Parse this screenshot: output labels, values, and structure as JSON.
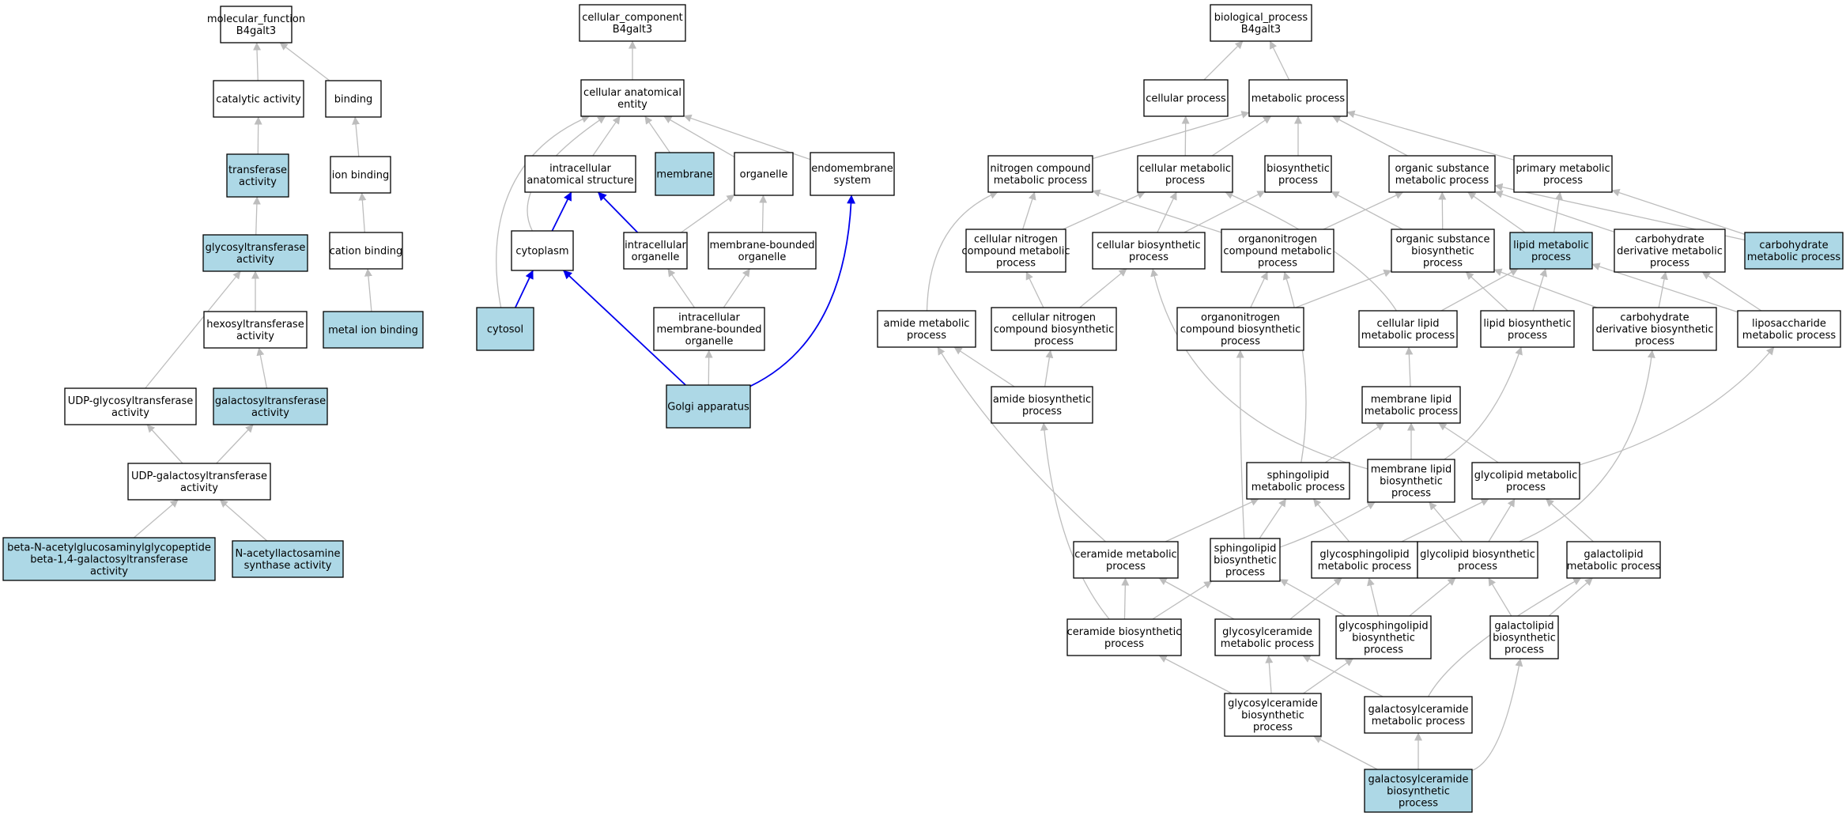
{
  "colors": {
    "highlight_fill": "#add8e6",
    "plain_fill": "#ffffff",
    "edge_gray": "#bdbdbd",
    "edge_blue": "#0000ee"
  },
  "nodes": [
    {
      "id": "mf",
      "lines": [
        "molecular_function",
        "B4galt3"
      ],
      "hl": false
    },
    {
      "id": "catalytic",
      "lines": [
        "catalytic activity"
      ],
      "hl": false
    },
    {
      "id": "binding",
      "lines": [
        "binding"
      ],
      "hl": false
    },
    {
      "id": "transferase",
      "lines": [
        "transferase",
        "activity"
      ],
      "hl": true
    },
    {
      "id": "ionbinding",
      "lines": [
        "ion binding"
      ],
      "hl": false
    },
    {
      "id": "glycosyltransferase",
      "lines": [
        "glycosyltransferase",
        "activity"
      ],
      "hl": true
    },
    {
      "id": "cationbinding",
      "lines": [
        "cation binding"
      ],
      "hl": false
    },
    {
      "id": "hexosyl",
      "lines": [
        "hexosyltransferase",
        "activity"
      ],
      "hl": false
    },
    {
      "id": "metalion",
      "lines": [
        "metal ion binding"
      ],
      "hl": true
    },
    {
      "id": "udpglyco",
      "lines": [
        "UDP-glycosyltransferase",
        "activity"
      ],
      "hl": false
    },
    {
      "id": "galactosyltransf",
      "lines": [
        "galactosyltransferase",
        "activity"
      ],
      "hl": true
    },
    {
      "id": "udpgal",
      "lines": [
        "UDP-galactosyltransferase",
        "activity"
      ],
      "hl": false
    },
    {
      "id": "betaN",
      "lines": [
        "beta-N-acetylglucosaminylglycopeptide",
        "beta-1,4-galactosyltransferase",
        "activity"
      ],
      "hl": true
    },
    {
      "id": "nacetyl",
      "lines": [
        "N-acetyllactosamine",
        "synthase activity"
      ],
      "hl": true
    },
    {
      "id": "cc",
      "lines": [
        "cellular_component",
        "B4galt3"
      ],
      "hl": false
    },
    {
      "id": "cae",
      "lines": [
        "cellular anatomical",
        "entity"
      ],
      "hl": false
    },
    {
      "id": "ias",
      "lines": [
        "intracellular",
        "anatomical structure"
      ],
      "hl": false
    },
    {
      "id": "membrane",
      "lines": [
        "membrane"
      ],
      "hl": true
    },
    {
      "id": "organelle",
      "lines": [
        "organelle"
      ],
      "hl": false
    },
    {
      "id": "endomembrane",
      "lines": [
        "endomembrane",
        "system"
      ],
      "hl": false
    },
    {
      "id": "cytoplasm",
      "lines": [
        "cytoplasm"
      ],
      "hl": false
    },
    {
      "id": "intraorg",
      "lines": [
        "intracellular",
        "organelle"
      ],
      "hl": false
    },
    {
      "id": "membbound",
      "lines": [
        "membrane-bounded",
        "organelle"
      ],
      "hl": false
    },
    {
      "id": "cytosol",
      "lines": [
        "cytosol"
      ],
      "hl": true
    },
    {
      "id": "intramemb",
      "lines": [
        "intracellular",
        "membrane-bounded",
        "organelle"
      ],
      "hl": false
    },
    {
      "id": "golgi",
      "lines": [
        "Golgi apparatus"
      ],
      "hl": true
    },
    {
      "id": "bp",
      "lines": [
        "biological_process",
        "B4galt3"
      ],
      "hl": false
    },
    {
      "id": "cellproc",
      "lines": [
        "cellular process"
      ],
      "hl": false
    },
    {
      "id": "metproc",
      "lines": [
        "metabolic process"
      ],
      "hl": false
    },
    {
      "id": "ncmp",
      "lines": [
        "nitrogen compound",
        "metabolic process"
      ],
      "hl": false
    },
    {
      "id": "cmp",
      "lines": [
        "cellular metabolic",
        "process"
      ],
      "hl": false
    },
    {
      "id": "biosyn",
      "lines": [
        "biosynthetic",
        "process"
      ],
      "hl": false
    },
    {
      "id": "osmp",
      "lines": [
        "organic substance",
        "metabolic process"
      ],
      "hl": false
    },
    {
      "id": "pmp",
      "lines": [
        "primary metabolic",
        "process"
      ],
      "hl": false
    },
    {
      "id": "cncmp",
      "lines": [
        "cellular nitrogen",
        "compound metabolic",
        "process"
      ],
      "hl": false
    },
    {
      "id": "cbp",
      "lines": [
        "cellular biosynthetic",
        "process"
      ],
      "hl": false
    },
    {
      "id": "oncmp",
      "lines": [
        "organonitrogen",
        "compound metabolic",
        "process"
      ],
      "hl": false
    },
    {
      "id": "osbp",
      "lines": [
        "organic substance",
        "biosynthetic",
        "process"
      ],
      "hl": false
    },
    {
      "id": "lipmet",
      "lines": [
        "lipid metabolic",
        "process"
      ],
      "hl": true
    },
    {
      "id": "cdmp",
      "lines": [
        "carbohydrate",
        "derivative metabolic",
        "process"
      ],
      "hl": false
    },
    {
      "id": "carbmet",
      "lines": [
        "carbohydrate",
        "metabolic process"
      ],
      "hl": true
    },
    {
      "id": "amidemet",
      "lines": [
        "amide metabolic",
        "process"
      ],
      "hl": false
    },
    {
      "id": "cncbp",
      "lines": [
        "cellular nitrogen",
        "compound biosynthetic",
        "process"
      ],
      "hl": false
    },
    {
      "id": "oncbp",
      "lines": [
        "organonitrogen",
        "compound biosynthetic",
        "process"
      ],
      "hl": false
    },
    {
      "id": "clmp",
      "lines": [
        "cellular lipid",
        "metabolic process"
      ],
      "hl": false
    },
    {
      "id": "lipbio",
      "lines": [
        "lipid biosynthetic",
        "process"
      ],
      "hl": false
    },
    {
      "id": "cdbp",
      "lines": [
        "carbohydrate",
        "derivative biosynthetic",
        "process"
      ],
      "hl": false
    },
    {
      "id": "lpsmp",
      "lines": [
        "liposaccharide",
        "metabolic process"
      ],
      "hl": false
    },
    {
      "id": "amidebio",
      "lines": [
        "amide biosynthetic",
        "process"
      ],
      "hl": false
    },
    {
      "id": "mlmp",
      "lines": [
        "membrane lipid",
        "metabolic process"
      ],
      "hl": false
    },
    {
      "id": "sphmp",
      "lines": [
        "sphingolipid",
        "metabolic process"
      ],
      "hl": false
    },
    {
      "id": "mlbp",
      "lines": [
        "membrane lipid",
        "biosynthetic",
        "process"
      ],
      "hl": false
    },
    {
      "id": "glmp",
      "lines": [
        "glycolipid metabolic",
        "process"
      ],
      "hl": false
    },
    {
      "id": "cermp",
      "lines": [
        "ceramide metabolic",
        "process"
      ],
      "hl": false
    },
    {
      "id": "sphbp",
      "lines": [
        "sphingolipid",
        "biosynthetic",
        "process"
      ],
      "hl": false
    },
    {
      "id": "gsphmp",
      "lines": [
        "glycosphingolipid",
        "metabolic process"
      ],
      "hl": false
    },
    {
      "id": "glbp",
      "lines": [
        "glycolipid biosynthetic",
        "process"
      ],
      "hl": false
    },
    {
      "id": "galmp",
      "lines": [
        "galactolipid",
        "metabolic process"
      ],
      "hl": false
    },
    {
      "id": "cerbp",
      "lines": [
        "ceramide biosynthetic",
        "process"
      ],
      "hl": false
    },
    {
      "id": "gcermp",
      "lines": [
        "glycosylceramide",
        "metabolic process"
      ],
      "hl": false
    },
    {
      "id": "gsphbp",
      "lines": [
        "glycosphingolipid",
        "biosynthetic",
        "process"
      ],
      "hl": false
    },
    {
      "id": "galbp",
      "lines": [
        "galactolipid",
        "biosynthetic",
        "process"
      ],
      "hl": false
    },
    {
      "id": "gcerbp",
      "lines": [
        "glycosylceramide",
        "biosynthetic",
        "process"
      ],
      "hl": false
    },
    {
      "id": "galcermp",
      "lines": [
        "galactosylceramide",
        "metabolic process"
      ],
      "hl": false
    },
    {
      "id": "galcerbp",
      "lines": [
        "galactosylceramide",
        "biosynthetic",
        "process"
      ],
      "hl": true
    }
  ],
  "edges": [
    {
      "from": "catalytic",
      "to": "mf",
      "type": "is_a"
    },
    {
      "from": "binding",
      "to": "mf",
      "type": "is_a"
    },
    {
      "from": "transferase",
      "to": "catalytic",
      "type": "is_a"
    },
    {
      "from": "ionbinding",
      "to": "binding",
      "type": "is_a"
    },
    {
      "from": "glycosyltransferase",
      "to": "transferase",
      "type": "is_a"
    },
    {
      "from": "cationbinding",
      "to": "ionbinding",
      "type": "is_a"
    },
    {
      "from": "hexosyl",
      "to": "glycosyltransferase",
      "type": "is_a"
    },
    {
      "from": "udpglyco",
      "to": "glycosyltransferase",
      "type": "is_a"
    },
    {
      "from": "metalion",
      "to": "cationbinding",
      "type": "is_a"
    },
    {
      "from": "galactosyltransf",
      "to": "hexosyl",
      "type": "is_a"
    },
    {
      "from": "udpgal",
      "to": "udpglyco",
      "type": "is_a"
    },
    {
      "from": "udpgal",
      "to": "galactosyltransf",
      "type": "is_a"
    },
    {
      "from": "betaN",
      "to": "udpgal",
      "type": "is_a"
    },
    {
      "from": "nacetyl",
      "to": "udpgal",
      "type": "is_a"
    },
    {
      "from": "cae",
      "to": "cc",
      "type": "is_a"
    },
    {
      "from": "ias",
      "to": "cae",
      "type": "is_a"
    },
    {
      "from": "membrane",
      "to": "cae",
      "type": "is_a"
    },
    {
      "from": "organelle",
      "to": "cae",
      "type": "is_a"
    },
    {
      "from": "endomembrane",
      "to": "cae",
      "type": "is_a"
    },
    {
      "from": "cytoplasm",
      "to": "cae",
      "type": "is_a"
    },
    {
      "from": "cytosol",
      "to": "cae",
      "type": "is_a"
    },
    {
      "from": "intraorg",
      "to": "organelle",
      "type": "is_a"
    },
    {
      "from": "membbound",
      "to": "organelle",
      "type": "is_a"
    },
    {
      "from": "intramemb",
      "to": "intraorg",
      "type": "is_a"
    },
    {
      "from": "intramemb",
      "to": "membbound",
      "type": "is_a"
    },
    {
      "from": "golgi",
      "to": "intramemb",
      "type": "is_a"
    },
    {
      "from": "cytoplasm",
      "to": "ias",
      "type": "part_of"
    },
    {
      "from": "intraorg",
      "to": "ias",
      "type": "part_of"
    },
    {
      "from": "cytosol",
      "to": "cytoplasm",
      "type": "part_of"
    },
    {
      "from": "golgi",
      "to": "cytoplasm",
      "type": "part_of"
    },
    {
      "from": "golgi",
      "to": "endomembrane",
      "type": "part_of"
    },
    {
      "from": "cellproc",
      "to": "bp",
      "type": "is_a"
    },
    {
      "from": "metproc",
      "to": "bp",
      "type": "is_a"
    },
    {
      "from": "ncmp",
      "to": "metproc",
      "type": "is_a"
    },
    {
      "from": "cmp",
      "to": "metproc",
      "type": "is_a"
    },
    {
      "from": "cmp",
      "to": "cellproc",
      "type": "is_a"
    },
    {
      "from": "biosyn",
      "to": "metproc",
      "type": "is_a"
    },
    {
      "from": "osmp",
      "to": "metproc",
      "type": "is_a"
    },
    {
      "from": "pmp",
      "to": "metproc",
      "type": "is_a"
    },
    {
      "from": "cncmp",
      "to": "ncmp",
      "type": "is_a"
    },
    {
      "from": "cncmp",
      "to": "cmp",
      "type": "is_a"
    },
    {
      "from": "cbp",
      "to": "cmp",
      "type": "is_a"
    },
    {
      "from": "cbp",
      "to": "biosyn",
      "type": "is_a"
    },
    {
      "from": "oncmp",
      "to": "ncmp",
      "type": "is_a"
    },
    {
      "from": "oncmp",
      "to": "osmp",
      "type": "is_a"
    },
    {
      "from": "osbp",
      "to": "biosyn",
      "type": "is_a"
    },
    {
      "from": "osbp",
      "to": "osmp",
      "type": "is_a"
    },
    {
      "from": "lipmet",
      "to": "osmp",
      "type": "is_a"
    },
    {
      "from": "lipmet",
      "to": "pmp",
      "type": "is_a"
    },
    {
      "from": "cdmp",
      "to": "osmp",
      "type": "is_a"
    },
    {
      "from": "carbmet",
      "to": "osmp",
      "type": "is_a"
    },
    {
      "from": "carbmet",
      "to": "pmp",
      "type": "is_a"
    },
    {
      "from": "amidemet",
      "to": "ncmp",
      "type": "is_a"
    },
    {
      "from": "cncbp",
      "to": "cncmp",
      "type": "is_a"
    },
    {
      "from": "cncbp",
      "to": "cbp",
      "type": "is_a"
    },
    {
      "from": "oncbp",
      "to": "oncmp",
      "type": "is_a"
    },
    {
      "from": "oncbp",
      "to": "osbp",
      "type": "is_a"
    },
    {
      "from": "clmp",
      "to": "cmp",
      "type": "is_a"
    },
    {
      "from": "clmp",
      "to": "lipmet",
      "type": "is_a"
    },
    {
      "from": "lipbio",
      "to": "osbp",
      "type": "is_a"
    },
    {
      "from": "lipbio",
      "to": "lipmet",
      "type": "is_a"
    },
    {
      "from": "cdbp",
      "to": "cdmp",
      "type": "is_a"
    },
    {
      "from": "cdbp",
      "to": "osbp",
      "type": "is_a"
    },
    {
      "from": "lpsmp",
      "to": "cdmp",
      "type": "is_a"
    },
    {
      "from": "lpsmp",
      "to": "lipmet",
      "type": "is_a"
    },
    {
      "from": "amidebio",
      "to": "amidemet",
      "type": "is_a"
    },
    {
      "from": "amidebio",
      "to": "cncbp",
      "type": "is_a"
    },
    {
      "from": "mlmp",
      "to": "clmp",
      "type": "is_a"
    },
    {
      "from": "sphmp",
      "to": "mlmp",
      "type": "is_a"
    },
    {
      "from": "sphmp",
      "to": "oncmp",
      "type": "is_a"
    },
    {
      "from": "mlbp",
      "to": "mlmp",
      "type": "is_a"
    },
    {
      "from": "mlbp",
      "to": "lipbio",
      "type": "is_a"
    },
    {
      "from": "mlbp",
      "to": "cbp",
      "type": "is_a"
    },
    {
      "from": "glmp",
      "to": "mlmp",
      "type": "is_a"
    },
    {
      "from": "glmp",
      "to": "lpsmp",
      "type": "is_a"
    },
    {
      "from": "cermp",
      "to": "sphmp",
      "type": "is_a"
    },
    {
      "from": "cermp",
      "to": "amidemet",
      "type": "is_a"
    },
    {
      "from": "sphbp",
      "to": "sphmp",
      "type": "is_a"
    },
    {
      "from": "sphbp",
      "to": "mlbp",
      "type": "is_a"
    },
    {
      "from": "sphbp",
      "to": "oncbp",
      "type": "is_a"
    },
    {
      "from": "gsphmp",
      "to": "sphmp",
      "type": "is_a"
    },
    {
      "from": "gsphmp",
      "to": "glmp",
      "type": "is_a"
    },
    {
      "from": "glbp",
      "to": "glmp",
      "type": "is_a"
    },
    {
      "from": "glbp",
      "to": "mlbp",
      "type": "is_a"
    },
    {
      "from": "glbp",
      "to": "cdbp",
      "type": "is_a"
    },
    {
      "from": "galmp",
      "to": "glmp",
      "type": "is_a"
    },
    {
      "from": "cerbp",
      "to": "cermp",
      "type": "is_a"
    },
    {
      "from": "cerbp",
      "to": "sphbp",
      "type": "is_a"
    },
    {
      "from": "cerbp",
      "to": "amidebio",
      "type": "is_a"
    },
    {
      "from": "gcermp",
      "to": "cermp",
      "type": "is_a"
    },
    {
      "from": "gcermp",
      "to": "gsphmp",
      "type": "is_a"
    },
    {
      "from": "gsphbp",
      "to": "gsphmp",
      "type": "is_a"
    },
    {
      "from": "gsphbp",
      "to": "sphbp",
      "type": "is_a"
    },
    {
      "from": "gsphbp",
      "to": "glbp",
      "type": "is_a"
    },
    {
      "from": "galbp",
      "to": "galmp",
      "type": "is_a"
    },
    {
      "from": "galbp",
      "to": "glbp",
      "type": "is_a"
    },
    {
      "from": "gcerbp",
      "to": "gcermp",
      "type": "is_a"
    },
    {
      "from": "gcerbp",
      "to": "cerbp",
      "type": "is_a"
    },
    {
      "from": "gcerbp",
      "to": "gsphbp",
      "type": "is_a"
    },
    {
      "from": "galcermp",
      "to": "gcermp",
      "type": "is_a"
    },
    {
      "from": "galcermp",
      "to": "galmp",
      "type": "is_a"
    },
    {
      "from": "galcerbp",
      "to": "galcermp",
      "type": "is_a"
    },
    {
      "from": "galcerbp",
      "to": "gcerbp",
      "type": "is_a"
    },
    {
      "from": "galcerbp",
      "to": "galbp",
      "type": "is_a"
    }
  ]
}
